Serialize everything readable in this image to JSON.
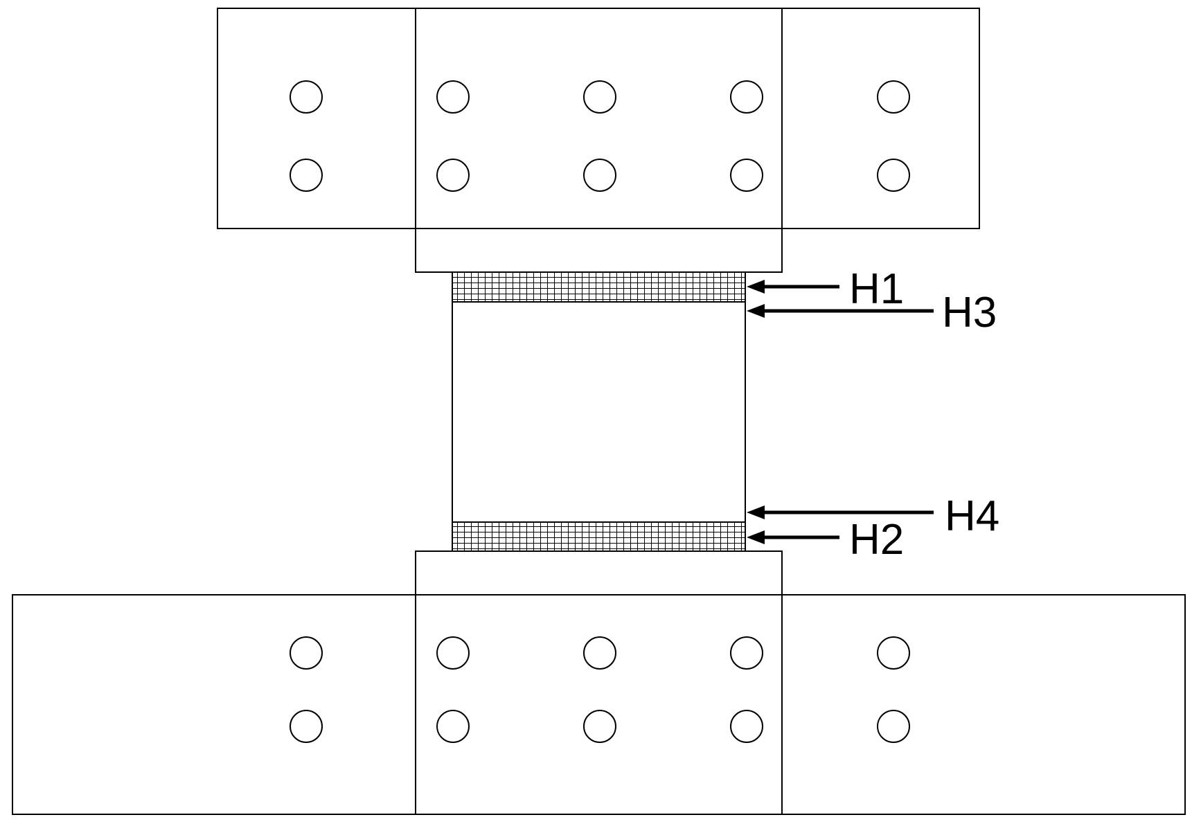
{
  "labels": {
    "h1": "H1",
    "h2": "H2",
    "h3": "H3",
    "h4": "H4"
  },
  "colors": {
    "line": "#000000",
    "background": "#ffffff"
  }
}
